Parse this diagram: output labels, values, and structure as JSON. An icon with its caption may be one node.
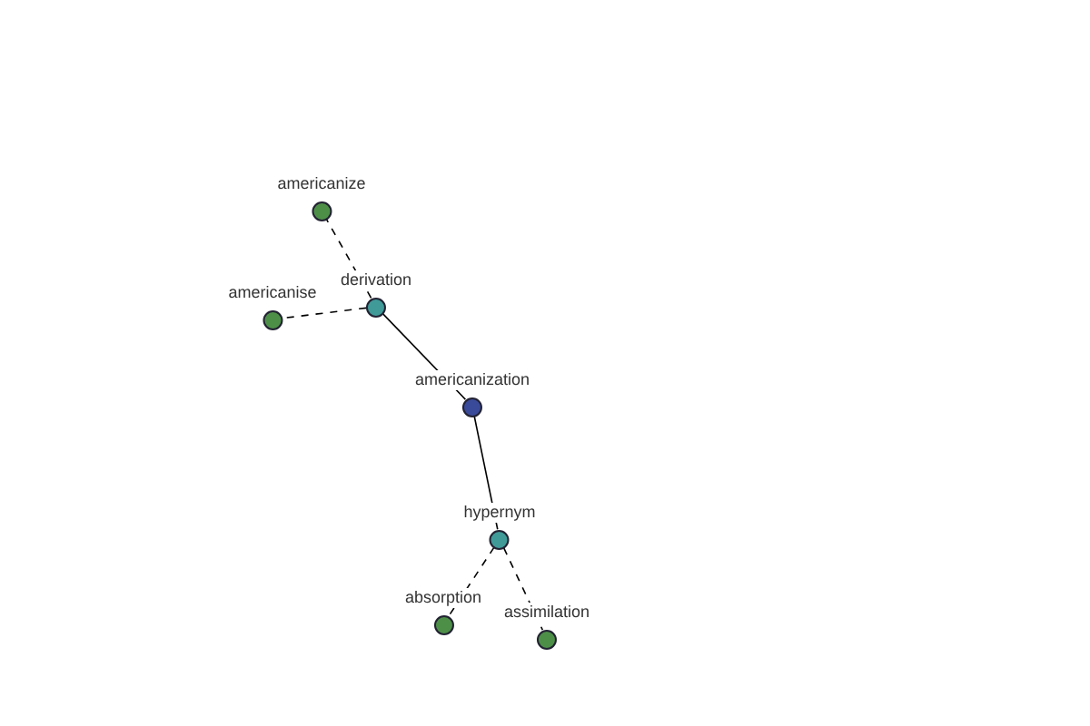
{
  "diagram": {
    "nodes": [
      {
        "text": [
          "americanize"
        ]
      },
      {
        "text": [
          "americanise"
        ]
      },
      {
        "text": [
          "derivation"
        ]
      },
      {
        "text": [
          "americanization"
        ]
      },
      {
        "text": [
          "hypernym"
        ]
      },
      {
        "text": [
          "absorption"
        ]
      },
      {
        "text": [
          "assimilation"
        ]
      }
    ],
    "edges": [
      {
        "from": 3,
        "to": 2,
        "arrow": "none"
      },
      {
        "from": 2,
        "to": 0,
        "arrow": "none",
        "style": "dashed"
      },
      {
        "from": 2,
        "to": 1,
        "arrow": "none",
        "style": "dashed"
      },
      {
        "from": 3,
        "to": 4,
        "arrow": "none"
      },
      {
        "from": 4,
        "to": 5,
        "arrow": "none",
        "style": "dashed"
      },
      {
        "from": 4,
        "to": 6,
        "arrow": "none",
        "style": "dashed"
      }
    ]
  }
}
